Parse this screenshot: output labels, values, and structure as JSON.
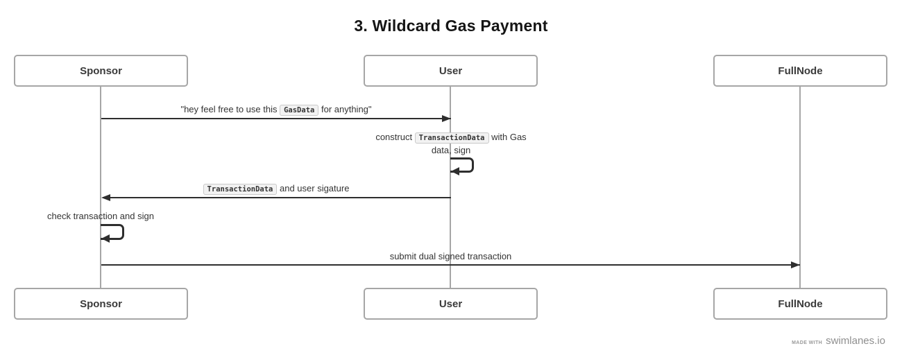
{
  "title": "3. Wildcard Gas Payment",
  "actors": {
    "sponsor": "Sponsor",
    "user": "User",
    "fullnode": "FullNode"
  },
  "messages": [
    {
      "from": "Sponsor",
      "to": "User",
      "kind": "solid-arrow-right",
      "parts": [
        {
          "type": "text",
          "text": "\"hey feel free to use this "
        },
        {
          "type": "code",
          "text": "GasData"
        },
        {
          "type": "text",
          "text": " for anything\""
        }
      ]
    },
    {
      "from": "User",
      "to": "User",
      "kind": "self-loop",
      "parts": [
        {
          "type": "text",
          "text": "construct "
        },
        {
          "type": "code",
          "text": "TransactionData"
        },
        {
          "type": "text",
          "text": " with Gas data, sign"
        }
      ]
    },
    {
      "from": "User",
      "to": "Sponsor",
      "kind": "solid-arrow-left",
      "parts": [
        {
          "type": "code",
          "text": "TransactionData"
        },
        {
          "type": "text",
          "text": " and user sigature"
        }
      ]
    },
    {
      "from": "Sponsor",
      "to": "Sponsor",
      "kind": "self-loop",
      "parts": [
        {
          "type": "text",
          "text": "check transaction and sign"
        }
      ]
    },
    {
      "from": "Sponsor",
      "to": "FullNode",
      "kind": "solid-arrow-right",
      "parts": [
        {
          "type": "text",
          "text": "submit dual signed transaction"
        }
      ]
    }
  ],
  "footer": {
    "made_with": "MADE WITH",
    "brand": "swimlanes.io"
  },
  "colors": {
    "arrow": "#2e2e2e",
    "lifeline": "#a6a6a6",
    "box_border": "#a6a6a6",
    "label_text": "#333333",
    "code_bg": "#f2f2f2",
    "code_border": "#c9c9c9",
    "footer_text": "#8f8f8f"
  }
}
